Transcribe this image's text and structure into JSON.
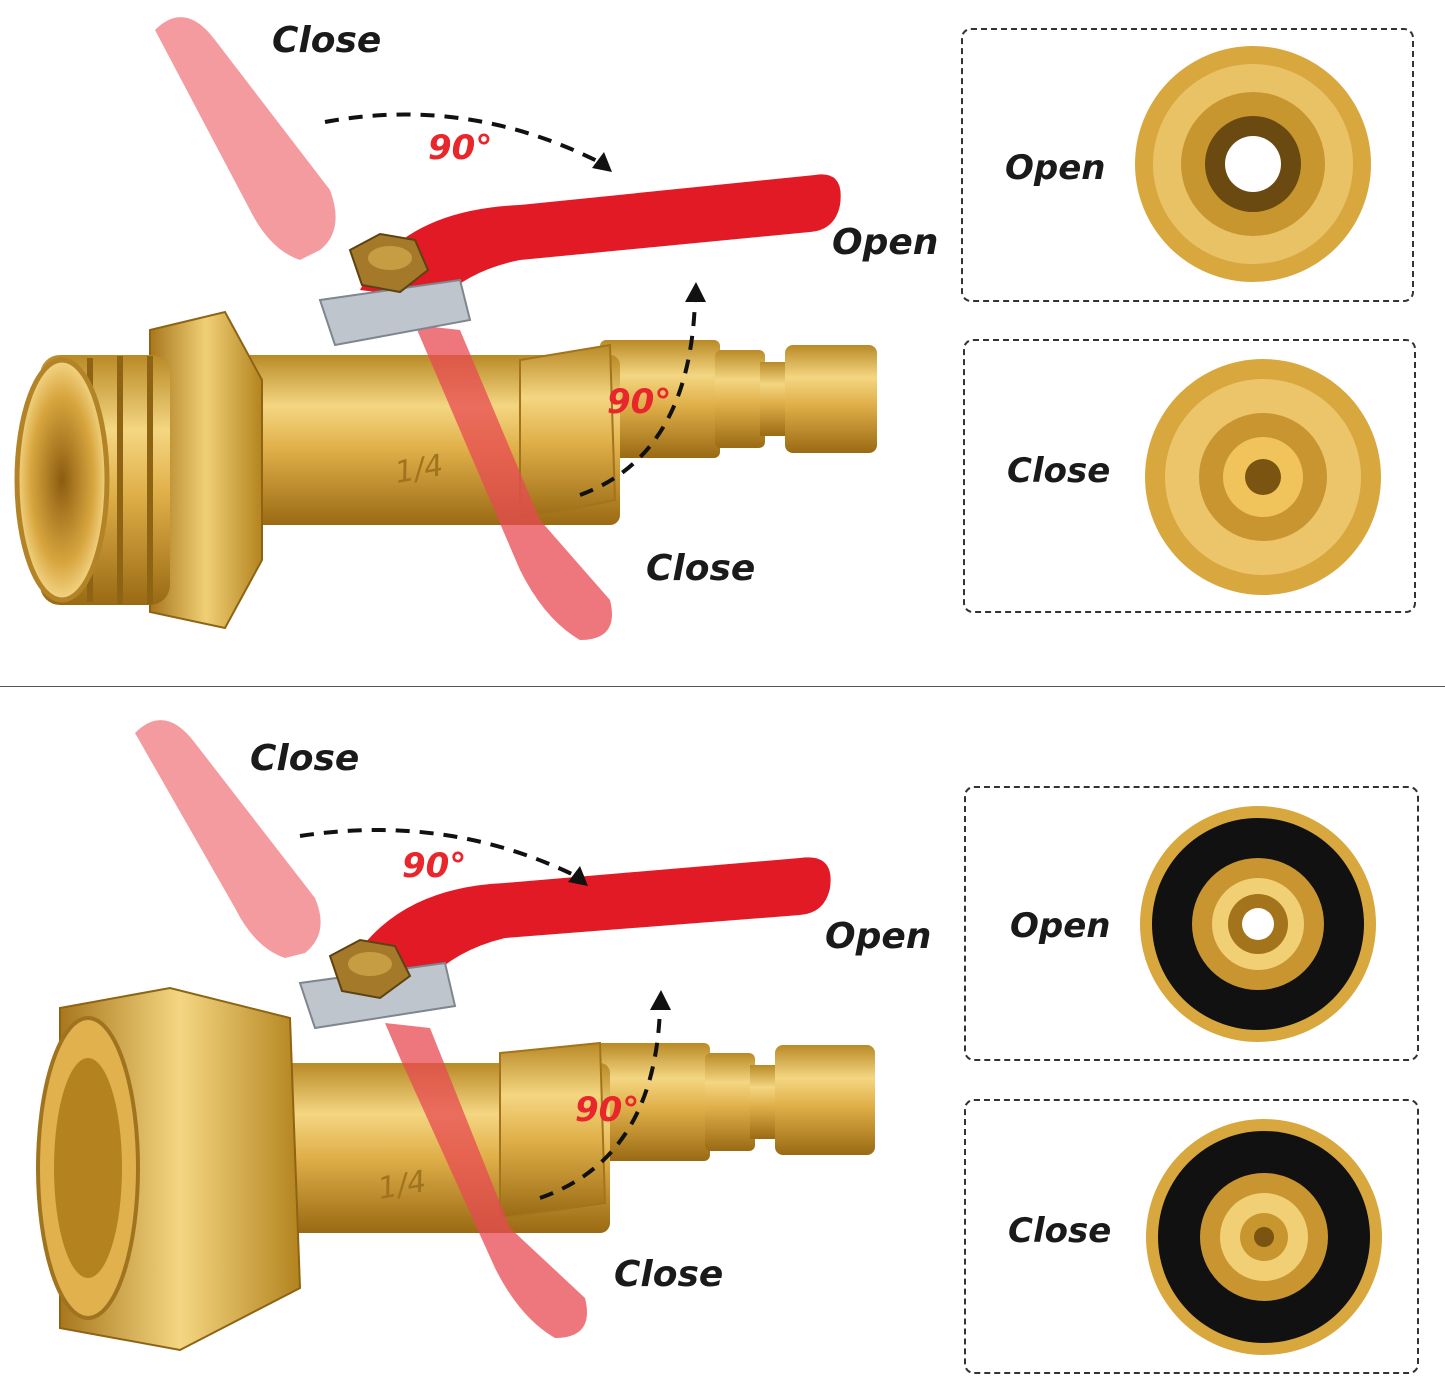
{
  "panels": [
    {
      "fitting": "male-thread",
      "labels": {
        "close_top": "Close",
        "open_side": "Open",
        "close_bottom": "Close",
        "angle_top": "90°",
        "angle_side": "90°",
        "stamp": "1/4"
      },
      "views": [
        {
          "label": "Open",
          "state": "open"
        },
        {
          "label": "Close",
          "state": "close"
        }
      ]
    },
    {
      "fitting": "female-swivel",
      "labels": {
        "close_top": "Close",
        "open_side": "Open",
        "close_bottom": "Close",
        "angle_top": "90°",
        "angle_side": "90°",
        "stamp": "1/4"
      },
      "views": [
        {
          "label": "Open",
          "state": "open"
        },
        {
          "label": "Close",
          "state": "close"
        }
      ]
    }
  ],
  "colors": {
    "brass": "#d9a93a",
    "brass_light": "#f2d37a",
    "brass_dark": "#9a6a14",
    "handle": "#e21a26",
    "handle_ghost": "#f1868c",
    "angle_text": "#e8262c",
    "seal": "#111111"
  }
}
